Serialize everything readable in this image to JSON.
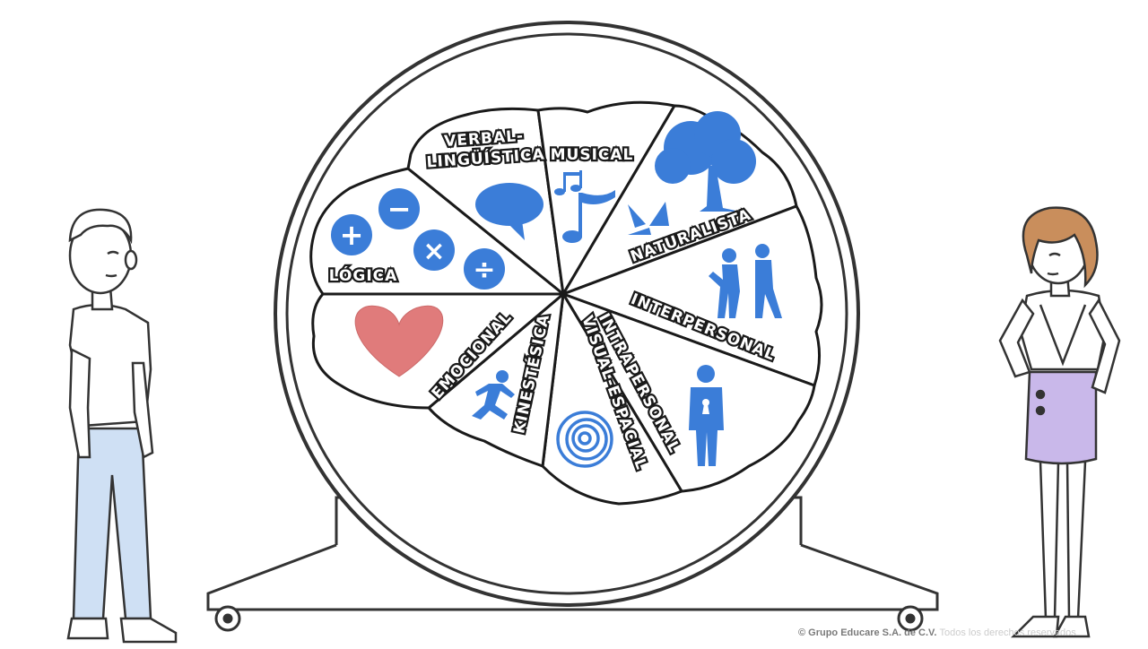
{
  "wheel": {
    "segments": [
      {
        "id": "logica",
        "label": "LÓGICA"
      },
      {
        "id": "verbal",
        "label_line1": "VERBAL-",
        "label_line2": "LINGÜÍSTICA"
      },
      {
        "id": "musical",
        "label": "MUSICAL"
      },
      {
        "id": "naturalista",
        "label": "NATURALISTA"
      },
      {
        "id": "interpersonal",
        "label": "INTERPERSONAL"
      },
      {
        "id": "intrapersonal",
        "label": "INTRAPERSONAL"
      },
      {
        "id": "visual",
        "label": "VISUAL-ESPACIAL"
      },
      {
        "id": "kinestesica",
        "label": "KINESTÉSICA"
      },
      {
        "id": "emocional",
        "label": "EMOCIONAL"
      }
    ],
    "math_symbols": [
      "+",
      "−",
      "×",
      "÷"
    ]
  },
  "footer": {
    "copyright": "© Grupo Educare S.A. de C.V.",
    "rights": "Todos los derechos reservados"
  },
  "colors": {
    "icon_blue": "#3b7dd8",
    "heart": "#e07b7b",
    "skirt": "#c9b8ea",
    "jeans": "#cfe0f4",
    "hair": "#c98e5c"
  }
}
